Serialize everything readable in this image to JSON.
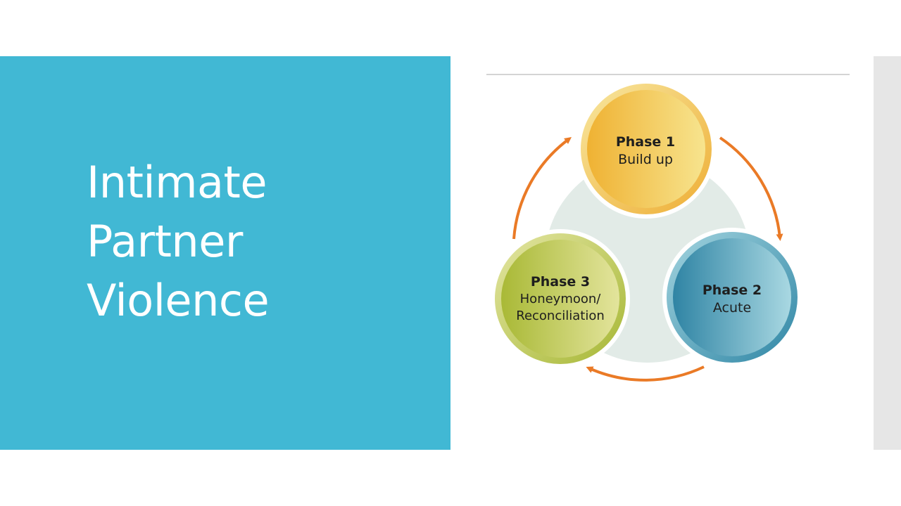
{
  "slide": {
    "title_lines": [
      "Intimate",
      "Partner",
      "Violence"
    ]
  },
  "cycle": {
    "phases": [
      {
        "title": "Phase 1",
        "lines": [
          "Build up"
        ],
        "color": "#f2bf3e"
      },
      {
        "title": "Phase 2",
        "lines": [
          "Acute"
        ],
        "color": "#3f97b3"
      },
      {
        "title": "Phase 3",
        "lines": [
          "Honeymoon/",
          "Reconciliation"
        ],
        "color": "#b5c33e"
      }
    ],
    "arrow_color": "#ea7a26",
    "background_color": "#e3ece9"
  },
  "colors": {
    "title_panel": "#41b8d4",
    "title_text": "#ffffff",
    "right_strip": "#e6e6e6"
  }
}
